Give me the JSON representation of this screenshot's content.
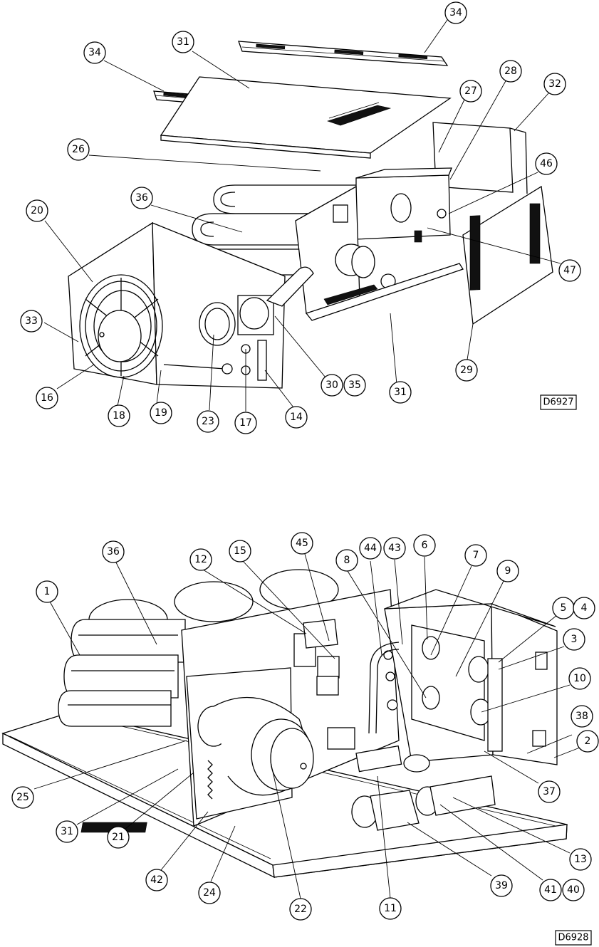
{
  "diagram_top": {
    "id_tag": "D6927",
    "callouts": [
      "34",
      "34",
      "31",
      "27",
      "28",
      "32",
      "26",
      "46",
      "36",
      "20",
      "47",
      "33",
      "29",
      "30",
      "35",
      "31",
      "16",
      "18",
      "19",
      "23",
      "17",
      "14"
    ]
  },
  "diagram_bottom": {
    "id_tag": "D6928",
    "callouts": [
      "45",
      "44",
      "43",
      "6",
      "7",
      "36",
      "12",
      "15",
      "8",
      "9",
      "1",
      "5",
      "4",
      "3",
      "10",
      "38",
      "2",
      "25",
      "37",
      "31",
      "13",
      "21",
      "42",
      "39",
      "41",
      "40",
      "24",
      "22",
      "11"
    ]
  }
}
